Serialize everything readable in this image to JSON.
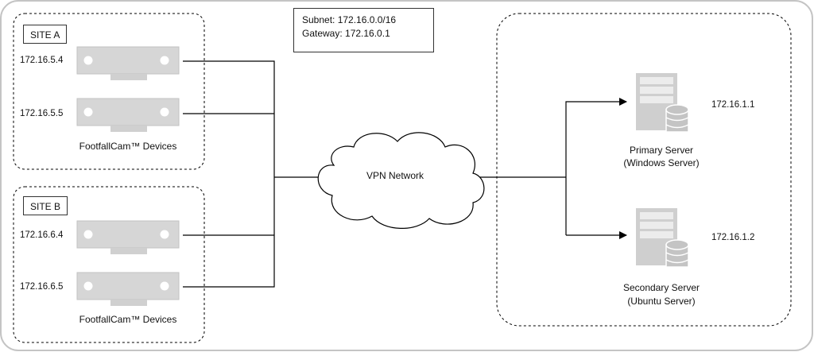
{
  "network": {
    "subnet": "Subnet: 172.16.0.0/16",
    "gateway": "Gateway: 172.16.0.1",
    "cloud_label": "VPN Network"
  },
  "site_a": {
    "title": "SITE A",
    "devices": [
      {
        "ip": "172.16.5.4"
      },
      {
        "ip": "172.16.5.5"
      }
    ],
    "caption": "FootfallCam™ Devices"
  },
  "site_b": {
    "title": "SITE B",
    "devices": [
      {
        "ip": "172.16.6.4"
      },
      {
        "ip": "172.16.6.5"
      }
    ],
    "caption": "FootfallCam™ Devices"
  },
  "servers": {
    "primary": {
      "ip": "172.16.1.1",
      "name_line1": "Primary Server",
      "name_line2": "(Windows Server)"
    },
    "secondary": {
      "ip": "172.16.1.2",
      "name_line1": "Secondary Server",
      "name_line2": "(Ubuntu Server)"
    }
  },
  "colors": {
    "device": "#d6d6d6",
    "server": "#c8c8c8",
    "line": "#000000",
    "border": "#c0c0c0"
  }
}
